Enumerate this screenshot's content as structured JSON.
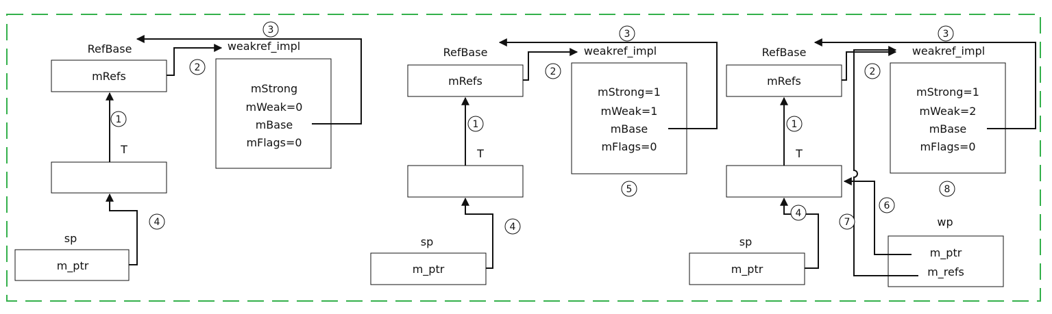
{
  "colors": {
    "frame": "#33b04a",
    "ink": "#111111"
  },
  "panel1": {
    "refbase_title": "RefBase",
    "mrefs": "mRefs",
    "weakref_title": "weakref_impl",
    "fields": [
      "mStrong",
      "mWeak=0",
      "mBase",
      "mFlags=0"
    ],
    "t_label": "T",
    "sp_label": "sp",
    "mptr": "m_ptr",
    "steps": [
      "1",
      "2",
      "3",
      "4"
    ]
  },
  "panel2": {
    "refbase_title": "RefBase",
    "mrefs": "mRefs",
    "weakref_title": "weakref_impl",
    "fields": [
      "mStrong=1",
      "mWeak=1",
      "mBase",
      "mFlags=0"
    ],
    "t_label": "T",
    "sp_label": "sp",
    "mptr": "m_ptr",
    "steps": [
      "1",
      "2",
      "3",
      "4",
      "5"
    ]
  },
  "panel3": {
    "refbase_title": "RefBase",
    "mrefs": "mRefs",
    "weakref_title": "weakref_impl",
    "fields": [
      "mStrong=1",
      "mWeak=2",
      "mBase",
      "mFlags=0"
    ],
    "t_label": "T",
    "sp_label": "sp",
    "mptr": "m_ptr",
    "wp_label": "wp",
    "wp_mptr": "m_ptr",
    "wp_mrefs": "m_refs",
    "steps": [
      "1",
      "2",
      "3",
      "4",
      "6",
      "7",
      "8"
    ]
  }
}
